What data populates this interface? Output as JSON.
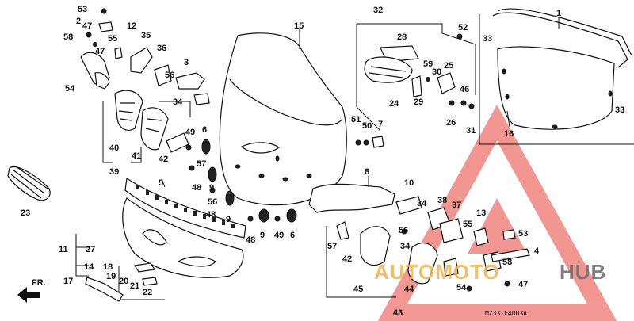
{
  "labels": {
    "p1": "1",
    "p2": "2",
    "p3": "3",
    "p4": "4",
    "p5": "5",
    "p6": "6",
    "p6b": "6",
    "p7": "7",
    "p8": "8",
    "p9a": "9",
    "p9b": "9",
    "p9c": "9",
    "p10": "10",
    "p11": "11",
    "p12": "12",
    "p13": "13",
    "p14": "14",
    "p15": "15",
    "p16": "16",
    "p17": "17",
    "p18": "18",
    "p19": "19",
    "p20": "20",
    "p21": "21",
    "p22": "22",
    "p23": "23",
    "p24": "24",
    "p25": "25",
    "p26": "26",
    "p27": "27",
    "p28": "28",
    "p29": "29",
    "p30": "30",
    "p31": "31",
    "p32": "32",
    "p33a": "33",
    "p33b": "33",
    "p34a": "34",
    "p34b": "34",
    "p35": "35",
    "p36": "36",
    "p37": "37",
    "p38": "38",
    "p39": "39",
    "p40": "40",
    "p41": "41",
    "p42a": "42",
    "p42b": "42",
    "p43": "43",
    "p44": "44",
    "p45": "45",
    "p46": "46",
    "p47a": "47",
    "p47b": "47",
    "p48a": "48",
    "p48b": "48",
    "p48c": "48",
    "p49a": "49",
    "p49b": "49",
    "p50": "50",
    "p51": "51",
    "p52": "52",
    "p53a": "53",
    "p53b": "53",
    "p54": "54",
    "p55a": "55",
    "p55b": "55",
    "p56a": "56",
    "p56b": "56",
    "p57a": "57",
    "p57b": "57",
    "p58a": "58",
    "p58b": "58",
    "p59": "59"
  },
  "direction_label": "FR.",
  "diagram_code": "MZ33-F4003A",
  "watermark": {
    "part1": "AUTOMOTO",
    "part2": "HUB"
  },
  "colors": {
    "watermark_red": "#e8413a",
    "watermark_gold": "#f0b24a",
    "watermark_gray": "#6b6b6b",
    "line": "#111111"
  }
}
